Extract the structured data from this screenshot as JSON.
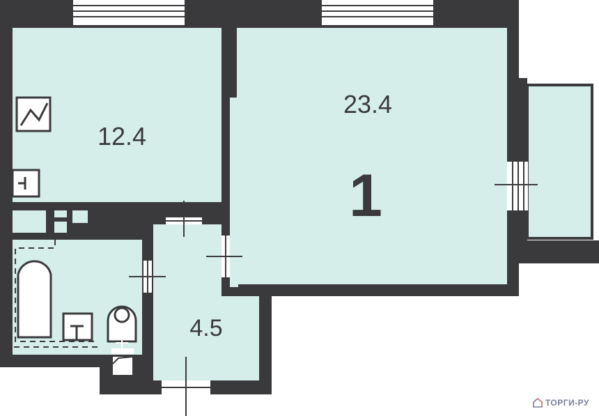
{
  "plan": {
    "rooms": [
      {
        "id": "kitchen",
        "area": "12.4"
      },
      {
        "id": "living",
        "area": "23.4"
      },
      {
        "id": "hall",
        "area": "4.5"
      }
    ],
    "room_number": "1"
  },
  "colors": {
    "wall": "#3a3a3c",
    "floor": "#d6eeea",
    "logo": "#7a7f9a",
    "logo_accent": "#e8726a"
  },
  "logo": {
    "text": "ТОРГИ-РУ",
    "icon": "house-icon"
  }
}
